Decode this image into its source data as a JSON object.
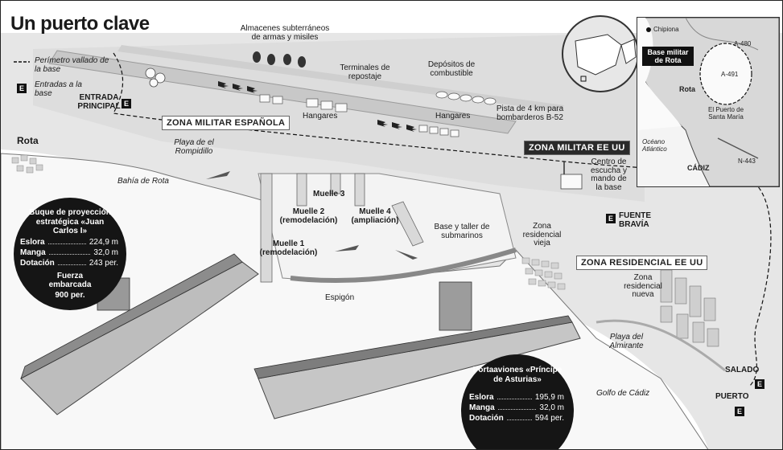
{
  "title": "Un puerto clave",
  "legend": {
    "perimeter": "Perímetro vallado de la base",
    "entries": "Entradas a la base"
  },
  "zones": {
    "spanish": "ZONA MILITAR ESPAÑOLA",
    "us_military": "ZONA MILITAR EE UU",
    "us_residential": "ZONA RESIDENCIAL EE UU"
  },
  "places": {
    "entrada_principal": "ENTRADA PRINCIPAL",
    "rota": "Rota",
    "playa_rompidillo": "Playa de el Rompidillo",
    "bahia_rota": "Bahía de Rota",
    "almacenes": "Almacenes subterráneos de armas y misiles",
    "terminales": "Terminales de repostaje",
    "depositos": "Depósitos de combustible",
    "hangares1": "Hangares",
    "hangares2": "Hangares",
    "pista": "Pista de 4 km para bombarderos B-52",
    "centro_escucha": "Centro de escucha y mando de la base",
    "muelle3": "Muelle 3",
    "muelle2": "Muelle 2 (remodelación)",
    "muelle4": "Muelle 4 (ampliación)",
    "muelle1": "Muelle 1 (remodelación)",
    "base_submarinos": "Base y taller de submarinos",
    "espigon": "Espigón",
    "zona_res_vieja": "Zona residencial vieja",
    "zona_res_nueva": "Zona residencial nueva",
    "fuente_bravia": "FUENTE BRAVÍA",
    "playa_almirante": "Playa del Almirante",
    "golfo_cadiz": "Golfo de Cádiz",
    "salado": "SALADO",
    "puerto": "PUERTO"
  },
  "ship1": {
    "title": "Buque de proyección estratégica «Juan Carlos I»",
    "rows": [
      {
        "label": "Eslora",
        "value": "224,9 m"
      },
      {
        "label": "Manga",
        "value": "32,0 m"
      },
      {
        "label": "Dotación",
        "value": "243 per."
      }
    ],
    "extra_label": "Fuerza embarcada",
    "extra_value": "900 per."
  },
  "ship2": {
    "title": "Portaaviones «Príncipe de Asturias»",
    "rows": [
      {
        "label": "Eslora",
        "value": "195,9 m"
      },
      {
        "label": "Manga",
        "value": "32,0 m"
      },
      {
        "label": "Dotación",
        "value": "594 per."
      }
    ]
  },
  "inset": {
    "chipiona": "Chipiona",
    "base_rota": "Base militar de Rota",
    "a480": "A-480",
    "a491": "A-491",
    "rota": "Rota",
    "el_puerto": "El Puerto de Santa María",
    "oceano": "Océano Atlántico",
    "cadiz": "CÁDIZ",
    "n443": "N-443"
  },
  "entry_glyph": "E",
  "colors": {
    "land": "#e2e2e2",
    "water": "#f7f7f7",
    "dark": "#151515",
    "road": "#b9b9b9"
  }
}
